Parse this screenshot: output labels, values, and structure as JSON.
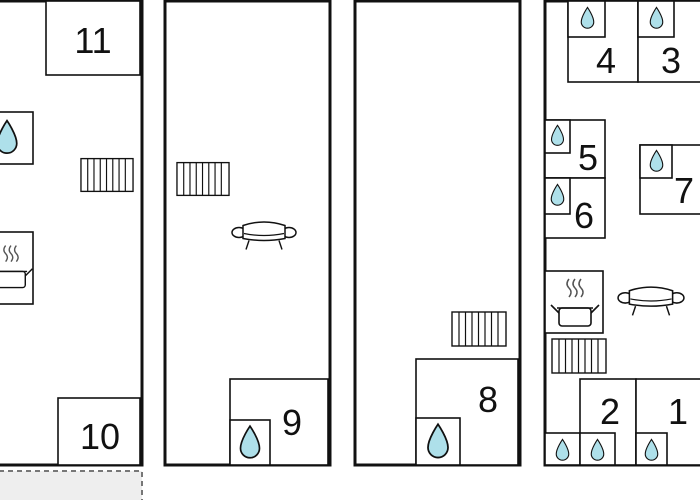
{
  "colors": {
    "wall": "#111111",
    "water": "#aee0ea",
    "background": "#ffffff",
    "terrace_fill": "#eeeeee",
    "terrace_stroke": "#777777"
  },
  "rooms": {
    "r1": "1",
    "r2": "2",
    "r3": "3",
    "r4": "4",
    "r5": "5",
    "r6": "6",
    "r7": "7",
    "r8": "8",
    "r9": "9",
    "r10": "10",
    "r11": "11"
  },
  "icons": {
    "water": "water-drop-icon",
    "radiator": "radiator-icon",
    "sofa": "sofa-icon",
    "kitchen": "cooking-pot-icon"
  }
}
